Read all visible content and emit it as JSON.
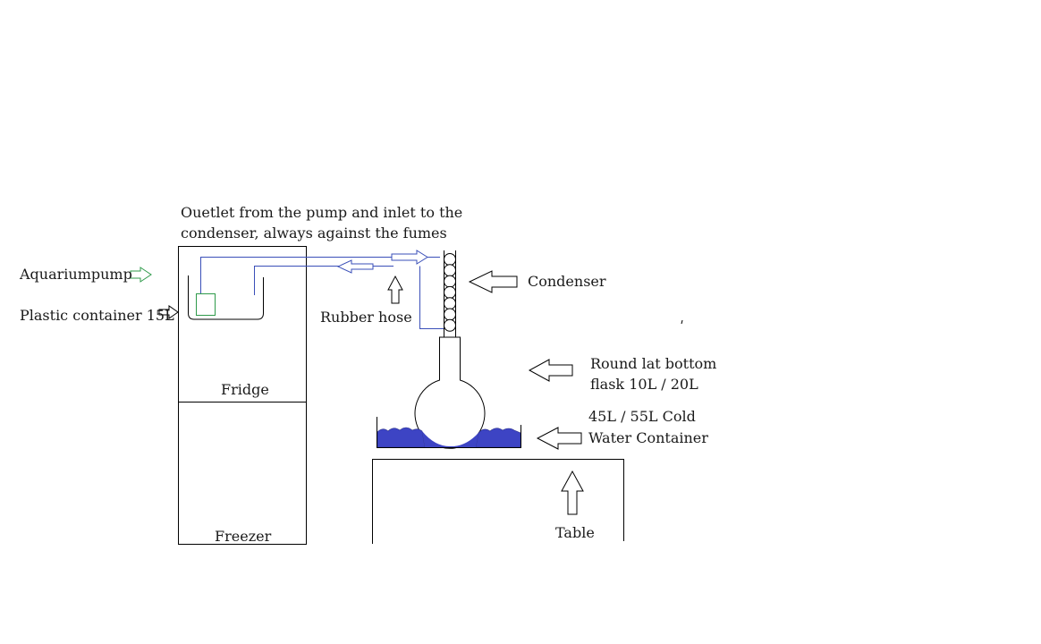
{
  "labels": {
    "pump_note_line1": "Ouetlet from the pump and inlet to the",
    "pump_note_line2": "condenser, always  against the fumes",
    "aquarium_pump": "Aquariumpump",
    "plastic_container": "Plastic container 15L",
    "rubber_hose": "Rubber hose",
    "condenser": "Condenser",
    "flask_line1": "Round lat bottom",
    "flask_line2": "flask 10L / 20L",
    "water_line1": "45L / 55L Cold",
    "water_line2": "Water Container",
    "fridge": "Fridge",
    "freezer": "Freezer",
    "table": "Table"
  },
  "colors": {
    "line": "#000000",
    "hose": "#3a4fb8",
    "water": "#3d44c4",
    "pump": "#2e9a4a",
    "pump_arrow": "#2e9a4a"
  },
  "icons": [
    "hollow-arrow-icon",
    "pump-arrow-icon"
  ]
}
